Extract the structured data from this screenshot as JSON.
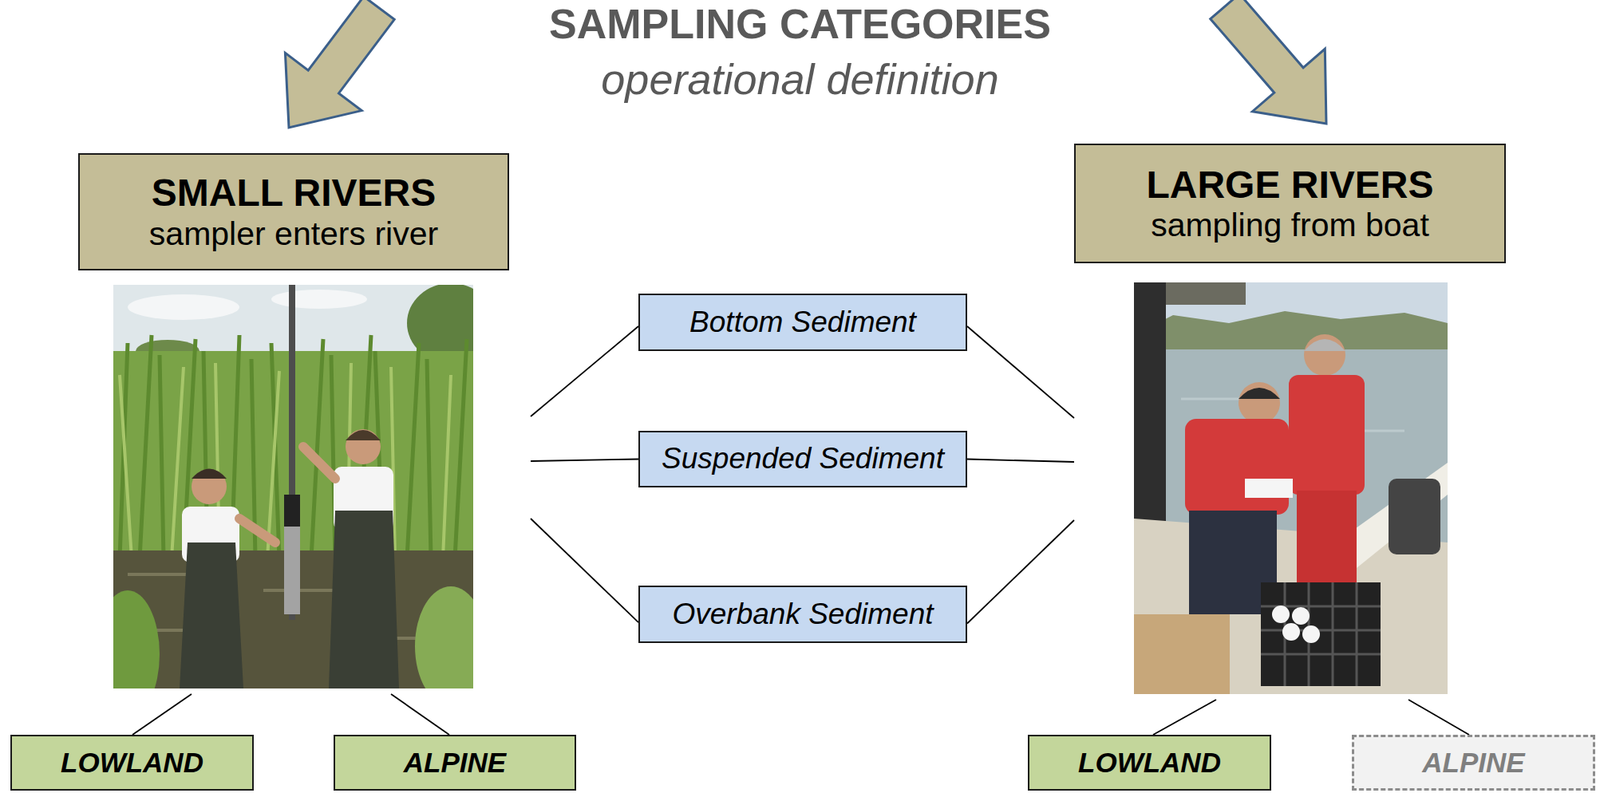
{
  "diagram": {
    "title": "SAMPLING CATEGORIES",
    "nodes": [
      {
        "text": [
          "SMALL RIVERS",
          "sampler enters river"
        ]
      },
      {
        "text": [
          "LARGE RIVERS",
          "sampling from boat"
        ]
      },
      {
        "text": [
          "Bottom Sediment"
        ]
      },
      {
        "text": [
          "Suspended Sediment"
        ]
      },
      {
        "text": [
          "Overbank Sediment"
        ]
      },
      {
        "text": [
          "LOWLAND"
        ]
      },
      {
        "text": [
          "ALPINE"
        ]
      },
      {
        "text": [
          "LOWLAND"
        ]
      },
      {
        "text": [
          "ALPINE"
        ]
      }
    ],
    "edges": [
      {
        "from": 0,
        "to": 2,
        "arrow": "none"
      },
      {
        "from": 0,
        "to": 3,
        "arrow": "none"
      },
      {
        "from": 0,
        "to": 4,
        "arrow": "none"
      },
      {
        "from": 1,
        "to": 2,
        "arrow": "none"
      },
      {
        "from": 1,
        "to": 3,
        "arrow": "none"
      },
      {
        "from": 1,
        "to": 4,
        "arrow": "none"
      },
      {
        "from": 0,
        "to": 5,
        "arrow": "none"
      },
      {
        "from": 0,
        "to": 6,
        "arrow": "none"
      },
      {
        "from": 1,
        "to": 7,
        "arrow": "none"
      },
      {
        "from": 1,
        "to": 8,
        "arrow": "none"
      }
    ],
    "labels": [
      "operational definition"
    ]
  }
}
